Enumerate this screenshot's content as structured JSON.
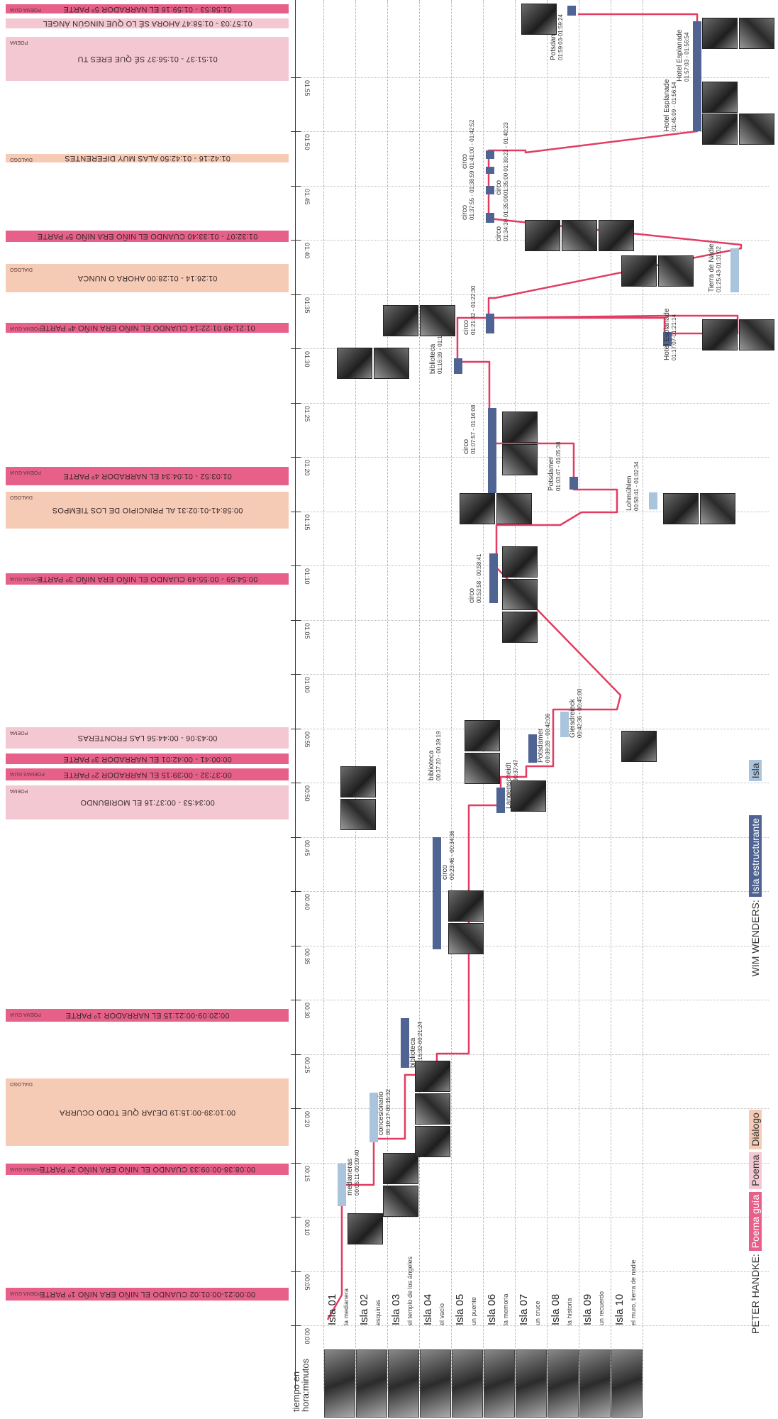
{
  "axis": {
    "title_line1": "tiempo en",
    "title_line2": "hora:minutos",
    "ticks": [
      "00:00",
      "00:05",
      "00:10",
      "00:15",
      "00:20",
      "00:25",
      "00:30",
      "00:35",
      "00:40",
      "00:45",
      "00:50",
      "00:55",
      "01:00",
      "01:05",
      "01:10",
      "01:15",
      "01:20",
      "01:25",
      "01:30",
      "01:35",
      "01:40",
      "01:45",
      "01:50",
      "01:55"
    ]
  },
  "poems": [
    {
      "text": "00:00:21-00:01:02 CUANDO EL NIÑO ERA NIÑO 1º PARTE",
      "kind": "POEMA GUIA",
      "color": "#e6608a"
    },
    {
      "text": "00:08:38-00:09:33 CUANDO EL NIÑO ERA NIÑO 2º PARTE",
      "kind": "POEMA GUIA",
      "color": "#e6608a"
    },
    {
      "text": "00:10:39-00:15:19 DEJAR QUE TODO OCURRA",
      "kind": "DIALOGO",
      "color": "#f6cbb6"
    },
    {
      "text": "00:20:09-00:21:15 EL NARRADOR 1º PARTE",
      "kind": "POEMA GUIA",
      "color": "#e6608a"
    },
    {
      "text": "00:34:53 - 00:37:16 EL MORIBUNDO",
      "kind": "POEMA",
      "color": "#f3c8d3"
    },
    {
      "text": "00:37:32 - 00:39:15 EL NARRADOR 2º PARTE",
      "kind": "POEMAS GUIA",
      "color": "#e6608a"
    },
    {
      "text": "00:00:41 - 00:42:01 EL NARRADOR 3º PARTE",
      "kind": "",
      "color": "#e6608a"
    },
    {
      "text": "00:43:06 - 00:44:56 LAS FRONTERAS",
      "kind": "POEMA",
      "color": "#f3c8d3"
    },
    {
      "text": "00:54:59 - 00:55:49 CUANDO EL NIÑO ERA NIÑO 3º PARTE",
      "kind": "POEMA GUIA",
      "color": "#e6608a"
    },
    {
      "text": "00:58:41-01:02:31 AL PRINCIPIO DE LOS TIEMPOS",
      "kind": "DIALOGO",
      "color": "#f6cbb6"
    },
    {
      "text": "01:03:52 - 01:04:34 EL NARRADOR 4º PARTE",
      "kind": "POEMA GUIA",
      "color": "#e6608a"
    },
    {
      "text": "01:21:49 01:22:14 CUANDO EL NIÑO ERA NIÑO 4º PARTE",
      "kind": "POEMA GUIA",
      "color": "#e6608a"
    },
    {
      "text": "01:26:14 - 01:28:00 AHORA O NUNCA",
      "kind": "DIALOGO",
      "color": "#f6cbb6"
    },
    {
      "text": "01:32:07 - 01:33:40 CUANDO EL NIÑO ERA NIÑO 5º PARTE",
      "kind": "",
      "color": "#e6608a"
    },
    {
      "text": "01:42:16 - 01:42:50 ALAS MUY DIFERENTES",
      "kind": "DIALOGO",
      "color": "#f6cbb6"
    },
    {
      "text": "01:51:37 - 01:56:37 SÉ QUE ERES TU",
      "kind": "POEMA",
      "color": "#f3c8d3"
    },
    {
      "text": "01:57:03 - 01:58:47 AHORA SÉ LO QUE NINGÚN ÁNGEL",
      "kind": "",
      "color": "#f3c8d3"
    },
    {
      "text": "01:58:53 - 01:59:16 EL NARRADOR 5º PARTE",
      "kind": "POEMA GUIA",
      "color": "#e6608a"
    }
  ],
  "islas": [
    {
      "name": "Isla 01",
      "sub": "la medianera"
    },
    {
      "name": "Isla 02",
      "sub": "esquinas"
    },
    {
      "name": "Isla 03",
      "sub": "el templo de los ángeles"
    },
    {
      "name": "Isla 04",
      "sub": "el vacío"
    },
    {
      "name": "Isla 05",
      "sub": "un puente"
    },
    {
      "name": "Isla 06",
      "sub": "la memoria"
    },
    {
      "name": "Isla 07",
      "sub": "un cruce"
    },
    {
      "name": "Isla 08",
      "sub": "la historia"
    },
    {
      "name": "Isla 09",
      "sub": "un recuerdo"
    },
    {
      "name": "Isla 10",
      "sub": "el muro, tierra de nadie"
    }
  ],
  "segments": [
    {
      "name": "medianeras",
      "range": "00:05:11-00:09:40",
      "structural": false
    },
    {
      "name": "concesionario",
      "range": "00:10:17-00:15:32",
      "structural": false
    },
    {
      "name": "biblioteca",
      "range": "00:15:32-00:21:24",
      "structural": true
    },
    {
      "name": "circo",
      "range": "00:23:46 - 00:34:36",
      "structural": true
    },
    {
      "name": "Langenscheidt",
      "range": "00:35:25 - 00:37:47",
      "structural": true
    },
    {
      "name": "biblioteca",
      "range": "00:37:20 - 00:39:19",
      "structural": true
    },
    {
      "name": "Potsdamer",
      "range": "00:39:28 - 00:42:06",
      "structural": true
    },
    {
      "name": "Gleisdreieck",
      "range": "00:42:36 - 00:45:00",
      "structural": false
    },
    {
      "name": "circo",
      "range": "00:53:58 - 00:58:41",
      "structural": true
    },
    {
      "name": "Lohmühlen",
      "range": "00:58:41 - 01:02:34",
      "structural": false
    },
    {
      "name": "Potsdamer",
      "range": "01:03:47 - 01:05:38",
      "structural": true
    },
    {
      "name": "circo",
      "range": "01:07:57 - 01:16:08",
      "structural": true
    },
    {
      "name": "biblioteca",
      "range": "01:16:39 - 01:17:06",
      "structural": true
    },
    {
      "name": "circo",
      "range": "01:21:32 - 01:22:30",
      "structural": true
    },
    {
      "name": "Hotel Esplanade",
      "range": "01:17:07-01:21:14",
      "structural": true
    },
    {
      "name": "Tierra de Nadie",
      "range": "01:25:43-01:31:02",
      "structural": false
    },
    {
      "name": "circo",
      "range": "01:34:30-01:35:00",
      "structural": true
    },
    {
      "name": "circo",
      "range": "01:37:55 - 01:38:59",
      "structural": true
    },
    {
      "name": "circo",
      "range": "01:35:00 01:39:23 - 01:40:23",
      "structural": true
    },
    {
      "name": "circo",
      "range": "01:41:00 - 01:42:52",
      "structural": true
    },
    {
      "name": "Hotel Esplanade",
      "range": "01:45:09 - 01:56:54",
      "structural": true
    },
    {
      "name": "Hotel Esplanade",
      "range": "01:57:03 - 01:56:54",
      "structural": true
    },
    {
      "name": "Potsdamer",
      "range": "01:59:03-01:59:24",
      "structural": true
    }
  ],
  "legend": {
    "handke_label": "PETER HANDKE:",
    "poema_guia": "Poema guía",
    "poema": "Poema",
    "dialogo": "Diálogo",
    "wenders_label": "WIM WENDERS:",
    "isla_estructurante": "Isla estructurante",
    "isla": "Isla"
  },
  "colors": {
    "poema_guia": "#e6608a",
    "poema": "#f3c8d3",
    "dialogo": "#f6cbb6",
    "isla_estructurante": "#4f6493",
    "isla": "#a9c4dc",
    "route": "#e23c62"
  }
}
